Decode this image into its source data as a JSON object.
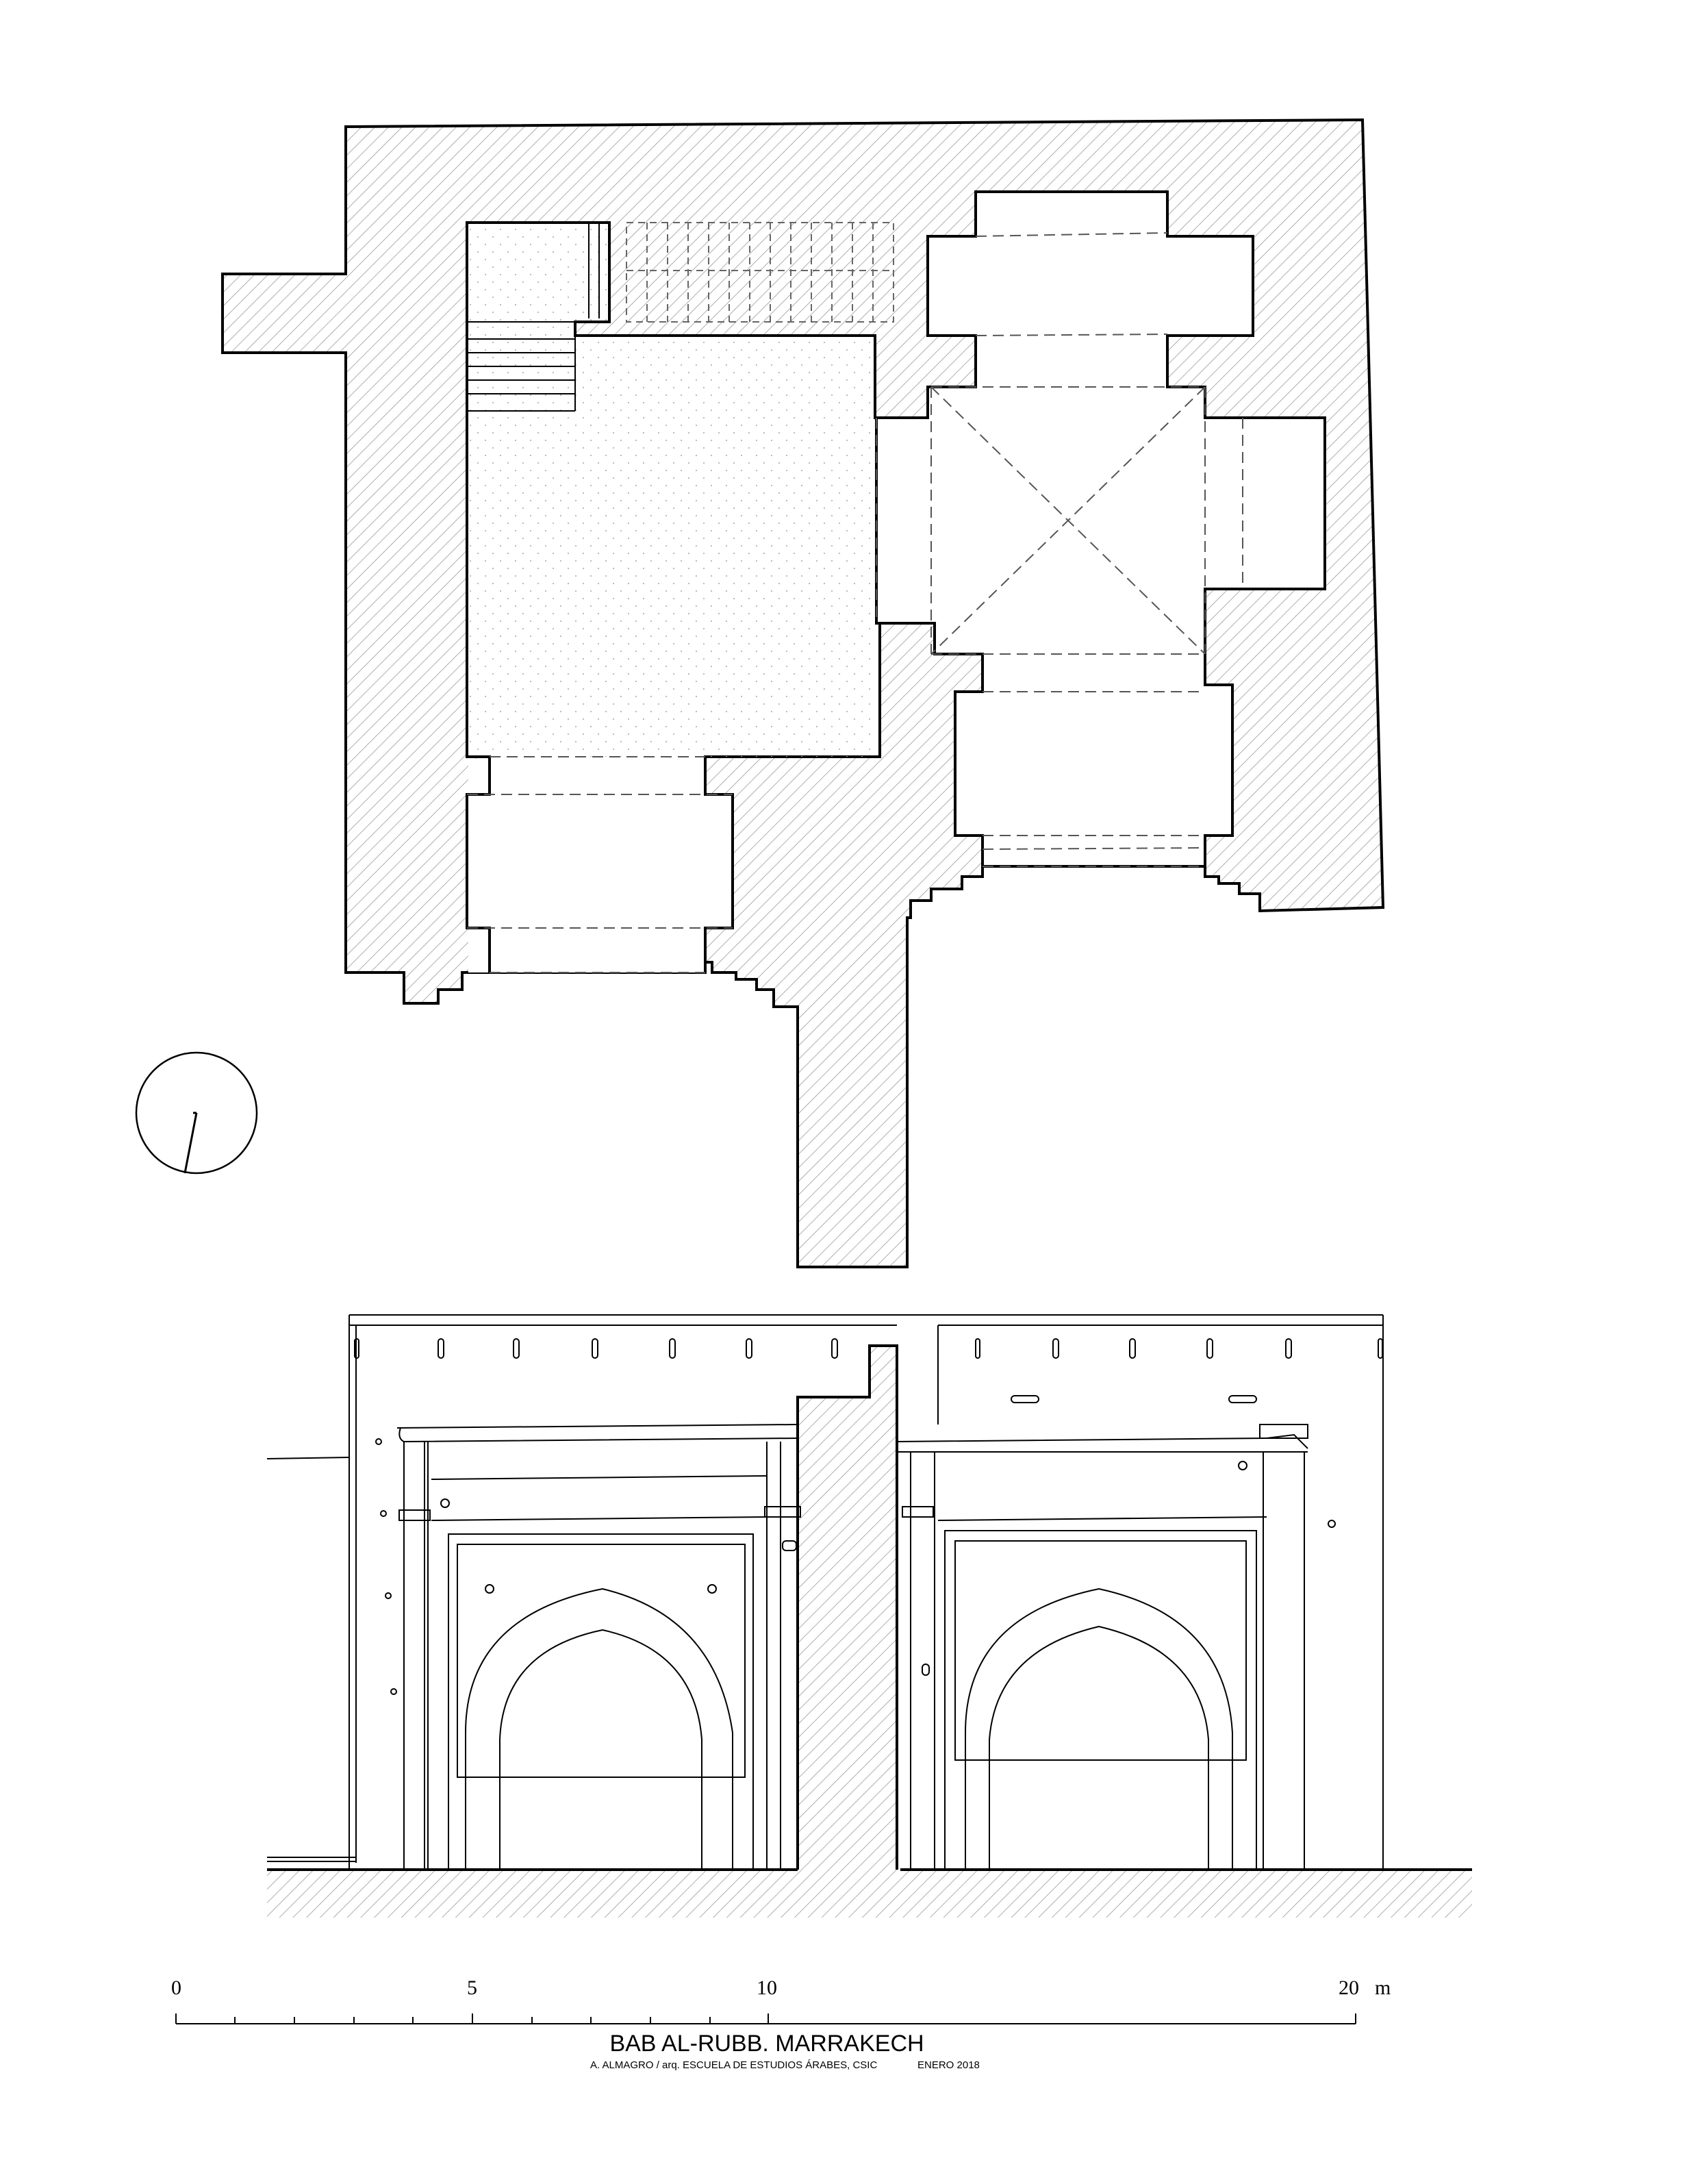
{
  "drawing": {
    "title": "BAB AL-RUBB. MARRAKECH",
    "author": "A. ALMAGRO / arq. ESCUELA DE ESTUDIOS ÁRABES, CSIC",
    "date": "ENERO 2018"
  },
  "scale_bar": {
    "labels": [
      "0",
      "5",
      "10",
      "20"
    ],
    "unit": "m"
  },
  "colors": {
    "ink": "#000000",
    "hatch": "#9a9a9a",
    "dash": "#555555"
  }
}
